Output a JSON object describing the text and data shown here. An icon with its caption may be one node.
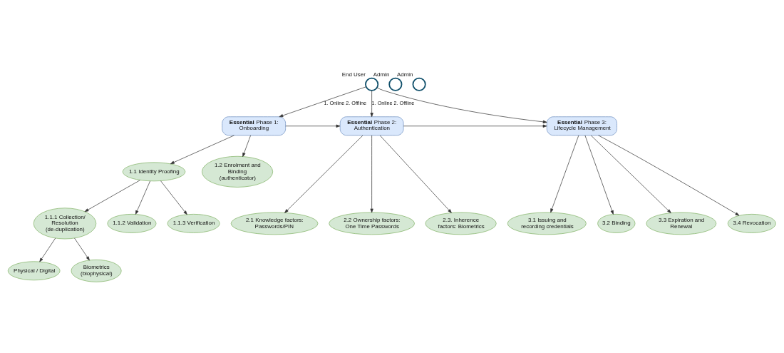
{
  "diagram": {
    "nodes": [
      {
        "text": [],
        "shape": "person",
        "beside": [
          "End User"
        ]
      },
      {
        "text": [],
        "shape": "person",
        "beside": [
          "Admin"
        ]
      },
      {
        "text": [],
        "shape": "person",
        "beside": [
          "Admin"
        ]
      },
      {
        "text": [
          "**Essential** Phase 1: Onboarding"
        ]
      },
      {
        "text": [
          "**Essential** Phase 2: Authentication"
        ]
      },
      {
        "text": [
          "**Essential** Phase 3: Lifecycle Management"
        ]
      },
      {
        "text": [
          "1.1 Identity Proofing"
        ]
      },
      {
        "text": [
          "1.2 Enrolment and Binding (authenticator)"
        ]
      },
      {
        "text": [
          "1.1.1 Collection/ Resolution (de-duplication)"
        ]
      },
      {
        "text": [
          "1.1.2 Validation"
        ]
      },
      {
        "text": [
          "1.1.3 Verification"
        ]
      },
      {
        "text": [
          "2.1 Knowledge factors: Passwords/PIN"
        ]
      },
      {
        "text": [
          "2.2 Ownership factors: One Time Passwords"
        ]
      },
      {
        "text": [
          "2.3. Inherence factors: Biometrics"
        ]
      },
      {
        "text": [
          "3.1 Issuing and recording credentials"
        ]
      },
      {
        "text": [
          "3.2 Binding"
        ]
      },
      {
        "text": [
          "3.3 Expiration and Renewal"
        ]
      },
      {
        "text": [
          "3.4 Revocation"
        ]
      },
      {
        "text": [
          "Physical / Digital"
        ]
      },
      {
        "text": [
          "Biometrics (biophysical)"
        ]
      }
    ],
    "edges": [
      {
        "from": 0,
        "to": 3,
        "arrow": "to",
        "label": "1. Online 2. Offline"
      },
      {
        "from": 0,
        "to": 4,
        "arrow": "to",
        "label": "1. Online 2. Offline"
      },
      {
        "from": 0,
        "to": 5,
        "arrow": "to"
      },
      {
        "from": 3,
        "to": 4,
        "arrow": "to"
      },
      {
        "from": 4,
        "to": 5,
        "arrow": "to"
      },
      {
        "from": 3,
        "to": 6,
        "arrow": "to"
      },
      {
        "from": 3,
        "to": 7,
        "arrow": "to"
      },
      {
        "from": 6,
        "to": 8,
        "arrow": "to"
      },
      {
        "from": 6,
        "to": 9,
        "arrow": "to"
      },
      {
        "from": 6,
        "to": 10,
        "arrow": "to"
      },
      {
        "from": 8,
        "to": 18,
        "arrow": "to"
      },
      {
        "from": 8,
        "to": 19,
        "arrow": "to"
      },
      {
        "from": 4,
        "to": 11,
        "arrow": "to"
      },
      {
        "from": 4,
        "to": 12,
        "arrow": "to"
      },
      {
        "from": 4,
        "to": 13,
        "arrow": "to"
      },
      {
        "from": 5,
        "to": 14,
        "arrow": "to"
      },
      {
        "from": 5,
        "to": 15,
        "arrow": "to"
      },
      {
        "from": 5,
        "to": 16,
        "arrow": "to"
      },
      {
        "from": 5,
        "to": 17,
        "arrow": "to"
      }
    ]
  }
}
